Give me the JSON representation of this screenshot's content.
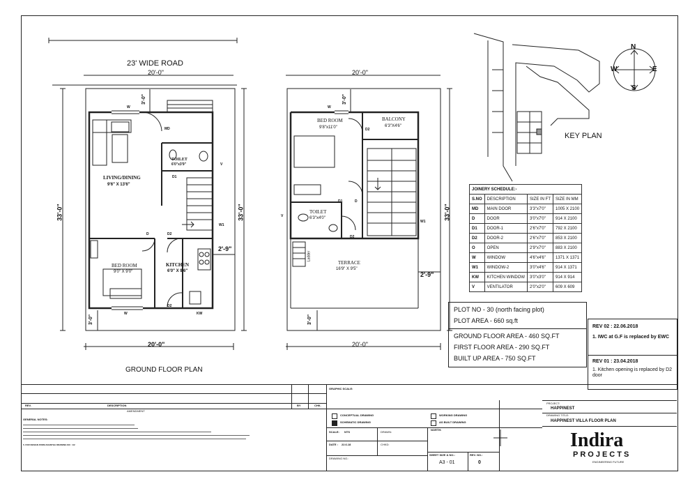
{
  "road_label": "23' WIDE ROAD",
  "ground_plan": {
    "title": "GROUND FLOOR PLAN",
    "top_width": "20'-0\"",
    "bottom_width": "20'-0\"",
    "left_depth": "33'-0\"",
    "right_depth": "33'-0\"",
    "setback_top": "3'-0\"",
    "setback_bottom": "3'-0\"",
    "side_offset": "2'-9\"",
    "rooms": {
      "living_name": "LIVING/DINING",
      "living_size": "9'6\" X 13'6\"",
      "toilet_name": "TOILET",
      "toilet_size": "6'0\"x3'9\"",
      "bed_name": "BED ROOM",
      "bed_size": "9'0\" X 9'0\"",
      "kitchen_name": "KITCHEN",
      "kitchen_size": "6'0\" X 9'6\""
    },
    "tags": {
      "w_top": "W",
      "md": "MD",
      "v": "V",
      "d1": "D1",
      "w1": "W1",
      "d": "D",
      "d2": "D2",
      "w_bottom": "W",
      "d2_bottom": "D2",
      "kw": "KW"
    }
  },
  "first_plan": {
    "top_width": "20'-0\"",
    "bottom_width": "20'-0\"",
    "right_depth": "33'-0\"",
    "setback_top": "3'-0\"",
    "setback_bottom": "3'-0\"",
    "side_offset": "2'-9\"",
    "rooms": {
      "bed_name": "BED ROOM",
      "bed_size": "9'8\"x11'0\"",
      "balcony_name": "BALCONY",
      "balcony_size": "6'3\"X4'6\"",
      "toilet_name": "TOILET",
      "toilet_size": "6'3\"x4'0\"",
      "terrace_name": "TERRACE",
      "terrace_size": "16'9\" X 9'5\"",
      "ladder": "Ladder"
    },
    "tags": {
      "w_top": "W",
      "d2": "D2",
      "v": "V",
      "d1": "D1",
      "d": "D",
      "w1": "W1",
      "d2_low": "D2"
    }
  },
  "key_plan": {
    "title": "KEY PLAN"
  },
  "compass": {
    "n": "N",
    "s": "S",
    "e": "E",
    "w": "W"
  },
  "joinery": {
    "title": "JOINERY SCHEDULE:-",
    "headers": [
      "S.NO",
      "DESCRIPTION",
      "SIZE IN FT",
      "SIZE IN MM"
    ],
    "rows": [
      [
        "MD",
        "MAIN DOOR",
        "3'3\"x7'0\"",
        "1005 X 2100"
      ],
      [
        "D",
        "DOOR",
        "3'0\"x7'0\"",
        "914 X 2100"
      ],
      [
        "D1",
        "DOOR-1",
        "2'6\"x7'0\"",
        "792 X 2100"
      ],
      [
        "D2",
        "DOOR-2",
        "2'6\"x7'0\"",
        "853 X 2100"
      ],
      [
        "O",
        "OPEN",
        "2'9\"x7'0\"",
        "883 X 2100"
      ],
      [
        "W",
        "WINDOW",
        "4'6\"x4'6\"",
        "1371 X 1371"
      ],
      [
        "W1",
        "WINDOW-2",
        "3'0\"x4'6\"",
        "914 X 1371"
      ],
      [
        "KW",
        "KITCHEN WINDOW",
        "3'0\"x3'0\"",
        "914 X 914"
      ],
      [
        "V",
        "VENTILATOR",
        "2'0\"x2'0\"",
        "609 X 609"
      ]
    ]
  },
  "plot": {
    "no": "PLOT NO - 30 (north facing plot)",
    "area": "PLOT AREA - 660 sq.ft",
    "ground": "GROUND FLOOR AREA - 460 SQ.FT",
    "first": "FIRST FLOOR AREA - 290 SQ.FT",
    "built": "BUILT UP AREA - 750 SQ.FT"
  },
  "revisions": {
    "rev2_title": "REV 02 : 22.06.2018",
    "rev2_note": "1. IWC at G.F is replaced by EWC",
    "rev1_title": "REV 01 : 23.04.2018",
    "rev1_note": "1. Kitchen opening is replaced by D2 door"
  },
  "title_block": {
    "graphic_scale": "GRAPHIC SCALE:",
    "rev": "REV.",
    "description": "DESCRIPTION",
    "by": "BY",
    "chk": "CHK.",
    "amendment": "AMENDMENT",
    "general_notes": "GENERAL NOTES:",
    "notes_last": "5. FOR DESIGN FROM ANANTHA DRAWING NO : 1/2",
    "conceptual": "CONCEPTUAL DRAWING",
    "schematic": "SCHEMATIC DRAWING",
    "working": "WORKING DRAWING",
    "as_built": "AS BUILT DRAWING",
    "scale_label": "SCALE:",
    "scale_value": "NTS",
    "drawn_label": "DRAWN:",
    "date_label": "DATE :",
    "date_value": "22.6.18",
    "chkd_label": "CHKD:",
    "north_label": "NORTH:",
    "drawing_no_label": "DRAWING NO.:",
    "sheet_label": "SHEET SIZE & NO.:",
    "sheet_value": "A3 - 01",
    "rev_no_label": "REV. NO.:",
    "rev_no_value": "0",
    "project_label": "PROJECT:",
    "project_value": "HAPPINEST",
    "drawing_title_label": "DRAWING TITLE:",
    "drawing_title_value": "HAPPINEST VILLA FLOOR PLAN",
    "logo_name": "Indira",
    "logo_sub": "PROJECTS",
    "logo_tag": "ENGINEERING FUTURE"
  }
}
